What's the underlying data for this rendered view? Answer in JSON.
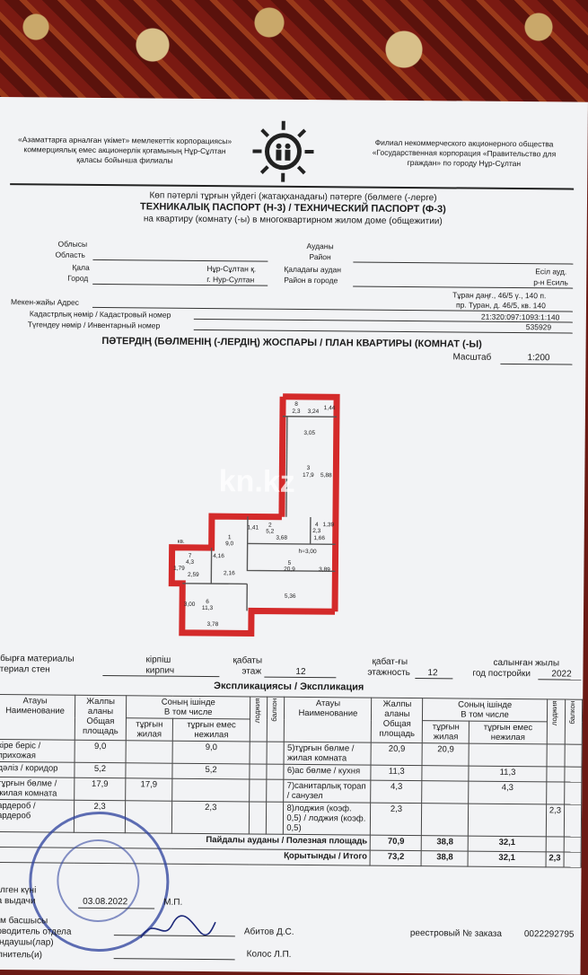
{
  "header": {
    "left_org": [
      "«Азаматтарға арналған үкімет» мемлекеттік корпорациясы»",
      "коммерциялық емес акционерлік қоғамының Нұр-Сұлтан",
      "қаласы бойынша филиалы"
    ],
    "right_org": [
      "Филиал некоммерческого акционерного общества",
      "«Государственная корпорация «Правительство для",
      "граждан» по городу Нұр-Сұлтан"
    ],
    "logo": "people-sun-logo-icon"
  },
  "titles": {
    "line1": "Көп пәтерлі тұрғын үйдегі (жатақханадағы) пәтерге (бөлмеге (-лерге)",
    "line2": "ТЕХНИКАЛЫҚ ПАСПОРТ (Н-3) / ТЕХНИЧЕСКИЙ ПАСПОРТ (Ф-3)",
    "line3": "на квартиру (комнату (-ы) в многоквартирном жилом доме (общежитии)"
  },
  "address": {
    "oblys_kz": "Облысы",
    "oblast_ru": "Область",
    "audany_kz": "Ауданы",
    "raion_ru": "Район",
    "kala_kz": "Қала",
    "gorod_ru": "Город",
    "city_kz": "Нұр-Сұлтан қ.",
    "city_ru": "г. Нур-Султан",
    "city_district_kz": "Қаладағы аудан",
    "city_district_ru": "Район в городе",
    "district_kz": "Есіл ауд.",
    "district_ru": "р-н Есиль",
    "address_label": "Мекен-жайы Адрес",
    "address_kz": "Тұран даңғ., 46/5 ү., 140 п.",
    "address_ru": "пр. Туран, д. 46/5, кв. 140",
    "cadastral_label": "Кадастрлық нөмір / Кадастровый номер",
    "cadastral": "21:320:097:1093:1:140",
    "inventory_label": "Түгендеу нөмір / Инвентарный номер",
    "inventory": "535929"
  },
  "plan": {
    "title": "ПӘТЕРДІҢ (БӨЛМЕНІҢ (-ЛЕРДІҢ) ЖОСПАРЫ / ПЛАН КВАРТИРЫ (КОМНАТ (-Ы)",
    "scale_label": "Масштаб",
    "scale": "1:200",
    "watermark": "kn.kz",
    "labels": {
      "r8_num": "8",
      "r8_area": "2,3",
      "r8_w": "3,24",
      "r8_h": "1,44",
      "r3_top": "3,05",
      "r3_num": "3",
      "r3_area": "17,9",
      "r3_h": "5,88",
      "r2_num": "2",
      "r2_area": "5,2",
      "r2_w": "3,68",
      "r2_h": "1,41",
      "r4_num": "4",
      "r4_area": "2,3",
      "r4_w": "1,66",
      "r4_h": "1,39",
      "h_label": "h=3,00",
      "r1_num": "1",
      "r1_area": "9,0",
      "r1_h": "4,16",
      "r1_w": "2,16",
      "r7_num": "7",
      "r7_area": "4,3",
      "r7_h": "1,79",
      "r7_w": "2,59",
      "r5_num": "5",
      "r5_area": "20,9",
      "r5_h": "3,89",
      "r5_w": "5,36",
      "r6_num": "6",
      "r6_area": "11,3",
      "r6_h": "3,00",
      "r6_w": "3,78",
      "kv": "кв."
    }
  },
  "building": {
    "wall_kz": "абырға материалы",
    "wall_ru": "атериал стен",
    "wall_val_kz": "кірпіш",
    "wall_val_ru": "кирпич",
    "floor_kz": "қабаты",
    "floor_ru": "этаж",
    "floor_val": "12",
    "floors_kz": "қабат-ғы",
    "floors_ru": "этажность",
    "floors_val": "12",
    "year_kz": "салынған жылы",
    "year_ru": "год постройки",
    "year_val": "2022"
  },
  "explication": {
    "title": "Экспликациясы / Экспликация",
    "headers": {
      "name": "Атауы\nНаименование",
      "total": "Жалпы\nаланы\nОбщая\nплощадь",
      "incl": "Соның ішінде\nВ том числе",
      "living": "тұрғын\nжилая",
      "nonliving": "тұрғын емес\nнежилая",
      "loggia": "лоджия",
      "balcony": "балкон"
    },
    "left_rows": [
      {
        "name": "кіре беріс / прихожая",
        "total": "9,0",
        "living": "",
        "nonliving": "9,0"
      },
      {
        "name": "дәліз / коридор",
        "total": "5,2",
        "living": "",
        "nonliving": "5,2"
      },
      {
        "name": "тұрғын бөлме / жилая комната",
        "total": "17,9",
        "living": "17,9",
        "nonliving": ""
      },
      {
        "name": "ардероб / ардероб",
        "total": "2,3",
        "living": "",
        "nonliving": "2,3"
      }
    ],
    "right_rows": [
      {
        "name": "5)тұрғын бөлме / жилая комната",
        "total": "20,9",
        "living": "20,9",
        "nonliving": "",
        "loggia": ""
      },
      {
        "name": "6)ас бөлме / кухня",
        "total": "11,3",
        "living": "",
        "nonliving": "11,3",
        "loggia": ""
      },
      {
        "name": "7)санитарлық торап / санузел",
        "total": "4,3",
        "living": "",
        "nonliving": "4,3",
        "loggia": ""
      },
      {
        "name": "8)лоджия (коэф. 0,5) / лоджия (коэф. 0,5)",
        "total": "2,3",
        "living": "",
        "nonliving": "",
        "loggia": "2,3"
      }
    ],
    "useful_label": "Пайдалы ауданы / Полезная площадь",
    "useful": {
      "total": "70,9",
      "living": "38,8",
      "nonliving": "32,1"
    },
    "total_label": "Қорытынды / Итого",
    "grand": {
      "total": "73,2",
      "living": "38,8",
      "nonliving": "32,1",
      "loggia": "2,3"
    }
  },
  "footer": {
    "issued_kz": "рілген күні",
    "issued_ru": "та выдачи",
    "issued_date": "03.08.2022",
    "mp": "М.П.",
    "head_kz": "лім басшысы",
    "head_ru": "ководитель отдела",
    "head_name": "Абитов Д.С.",
    "order_label": "реестровый № заказа",
    "order_no": "0022292795",
    "exec_kz": "ындаушы(лар)",
    "exec_ru": "олнитель(и)",
    "exec_name": "Колос Л.П."
  },
  "colors": {
    "wall_red": "#d42a2a",
    "stamp_blue": "#2b3f9c",
    "paper": "#f2f3f5"
  }
}
